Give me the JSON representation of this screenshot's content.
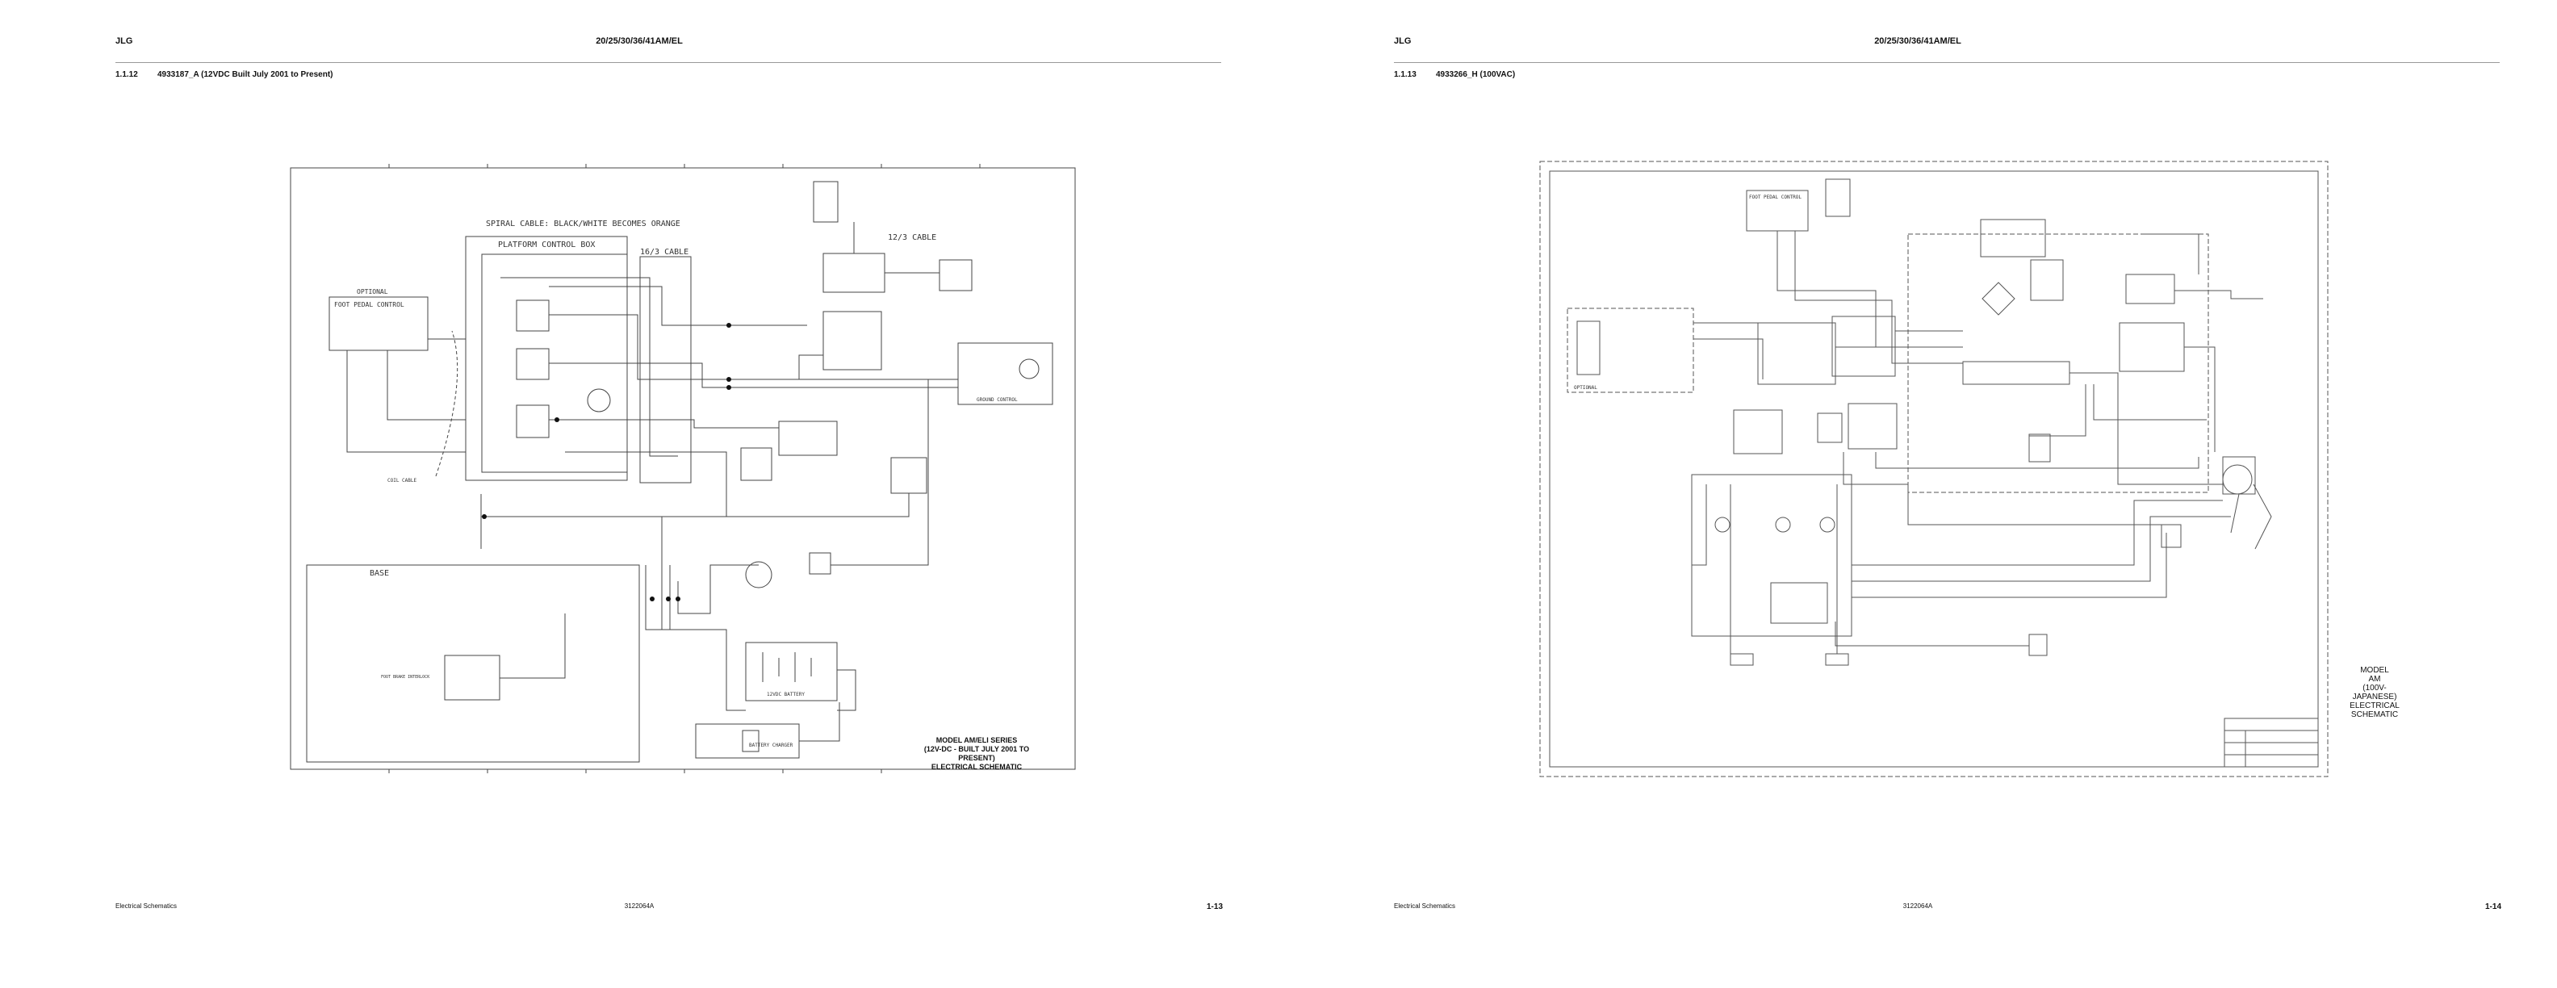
{
  "left_page": {
    "header_left": "JLG",
    "header_center": "20/25/30/36/41AM/EL",
    "section_number": "1.1.12",
    "section_title": "4933187_A (12VDC Built July 2001 to Present)",
    "footer_left": "Electrical Schematics",
    "footer_center": "3122064A",
    "footer_right": "1-13",
    "schematic": {
      "spiral_cable_note": "SPIRAL CABLE: BLACK/WHITE BECOMES ORANGE",
      "platform_box": "PLATFORM CONTROL BOX",
      "cable_16_3": "16/3 CABLE",
      "cable_12_3": "12/3 CABLE",
      "optional": "OPTIONAL",
      "foot_pedal": "FOOT PEDAL CONTROL",
      "coil_cable": "COIL CABLE",
      "base": "BASE",
      "ground_control": "GROUND CONTROL",
      "battery": "12VDC BATTERY",
      "battery_charger": "BATTERY CHARGER",
      "foot_brake": "FOOT BRAKE INTERLOCK",
      "model_caption": [
        "MODEL AM/ELI SERIES",
        "(12V-DC - BUILT JULY 2001 TO PRESENT)",
        "ELECTRICAL SCHEMATIC"
      ]
    }
  },
  "right_page": {
    "header_center": "20/25/30/36/41AM/EL",
    "header_left": "JLG",
    "section_number": "1.1.13",
    "section_title": "4933266_H (100VAC)",
    "footer_left": "Electrical Schematics",
    "footer_center": "3122064A",
    "footer_right": "1-14",
    "schematic": {
      "foot_pedal": "FOOT PEDAL CONTROL",
      "optional": "OPTIONAL",
      "model_caption": [
        "MODEL",
        "AM",
        "(100V-JAPANESE)",
        "ELECTRICAL",
        "SCHEMATIC"
      ]
    }
  }
}
